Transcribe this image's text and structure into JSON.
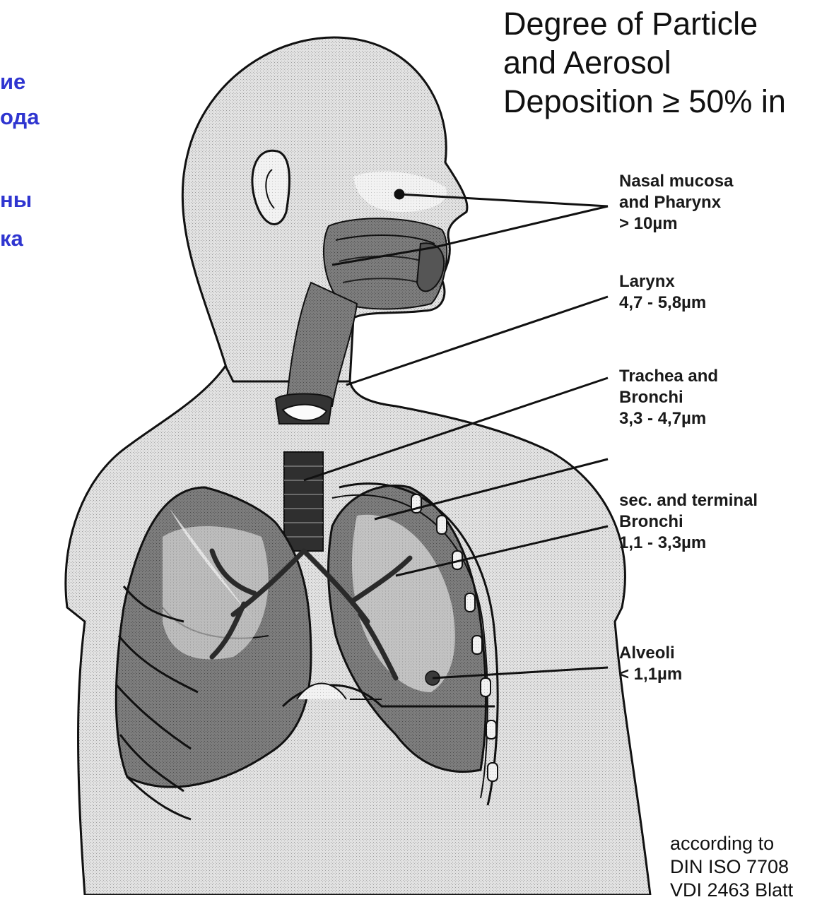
{
  "side_text": [
    "ие",
    "ода",
    "ны",
    "ка"
  ],
  "title": {
    "line1": "Degree of Particle",
    "line2": "and Aerosol",
    "line3": "Deposition ≥ 50% in"
  },
  "labels": {
    "nasal": {
      "line1": "Nasal mucosa",
      "line2": "and Pharynx",
      "line3": "> 10µm"
    },
    "larynx": {
      "line1": "Larynx",
      "line2": "4,7 - 5,8µm"
    },
    "trachea": {
      "line1": "Trachea and",
      "line2": "Bronchi",
      "line3": "3,3 - 4,7µm"
    },
    "terminal": {
      "line1": "sec. and terminal",
      "line2": "Bronchi",
      "line3": "1,1 - 3,3µm"
    },
    "alveoli": {
      "line1": "Alveoli",
      "line2": "< 1,1µm"
    }
  },
  "footnote": {
    "line1": "according to",
    "line2": "DIN ISO 7708",
    "line3": "VDI 2463 Blatt"
  },
  "colors": {
    "side_text": "#2f35d0",
    "body_fill": "#dcdcdc",
    "lung_fill": "#8a8a8a",
    "airway_fill": "#3a3a3a",
    "outline": "#111111"
  }
}
